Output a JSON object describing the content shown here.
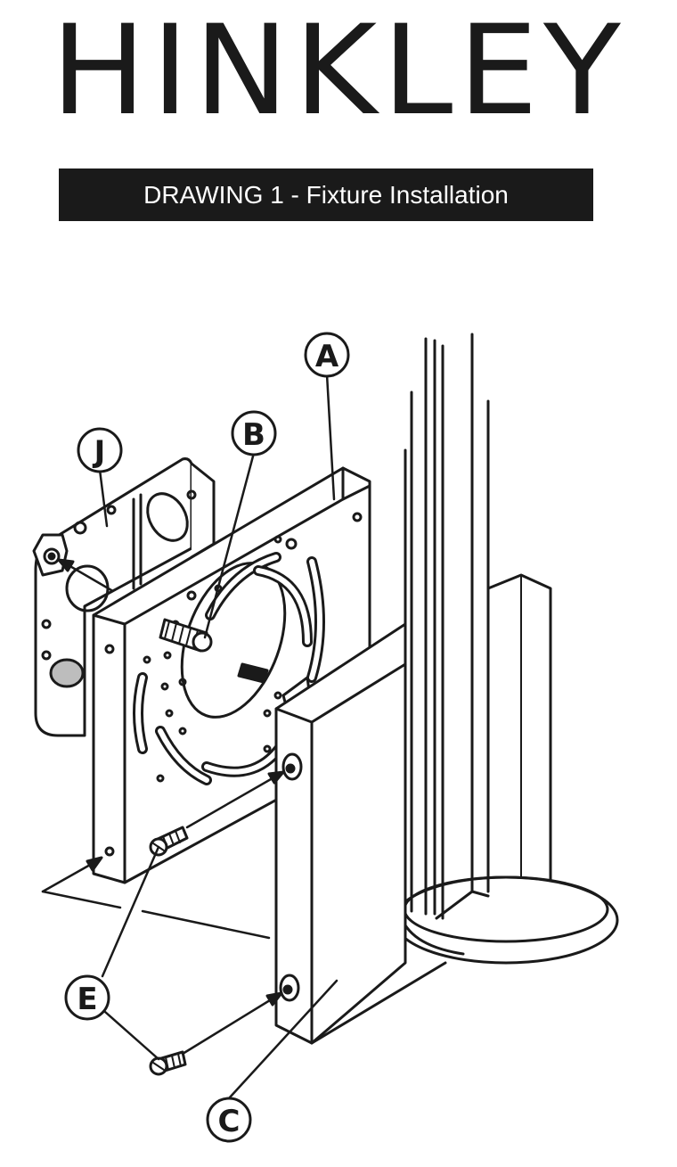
{
  "header": {
    "brand": "HINKLEY",
    "subtitle": "DRAWING 1 - Fixture Installation"
  },
  "callouts": {
    "a": "A",
    "b": "B",
    "c": "C",
    "e": "E",
    "j": "J"
  },
  "colors": {
    "ink": "#1a1a1a",
    "paper": "#ffffff",
    "banner_text": "#ffffff"
  }
}
